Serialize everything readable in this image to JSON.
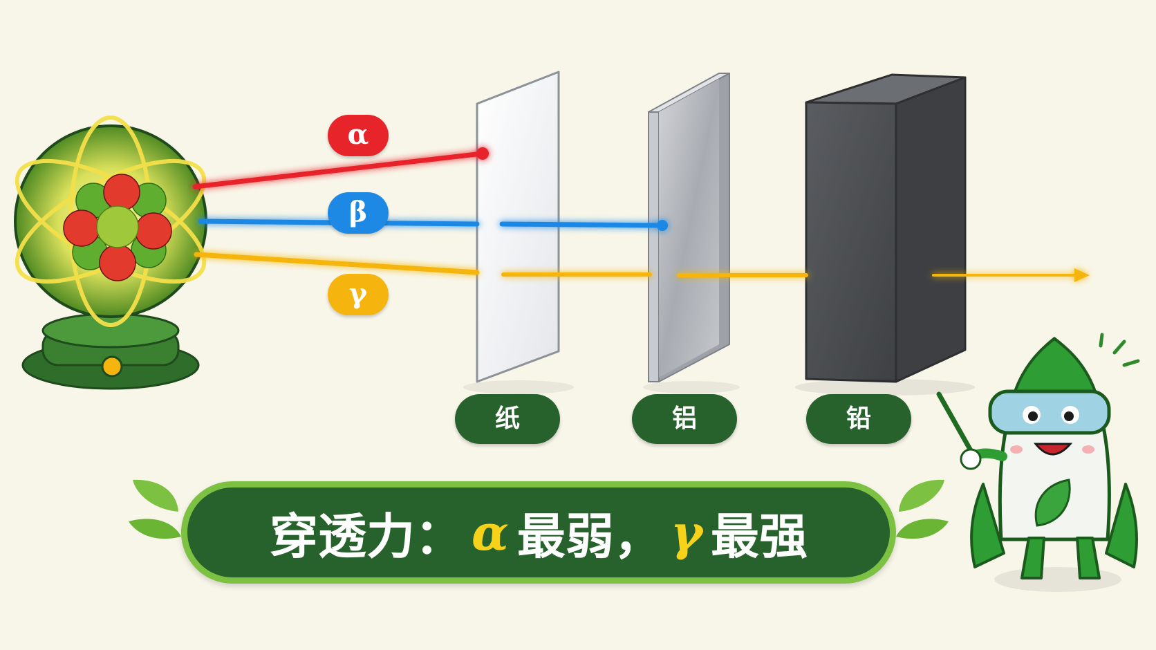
{
  "rays": {
    "alpha": {
      "symbol": "α",
      "color": "#e8242b"
    },
    "beta": {
      "symbol": "β",
      "color": "#1e88e5"
    },
    "gamma": {
      "symbol": "γ",
      "color": "#f5b50e"
    }
  },
  "barriers": {
    "paper": {
      "label": "纸"
    },
    "aluminum": {
      "label": "铝"
    },
    "lead": {
      "label": "铅"
    }
  },
  "banner": {
    "prefix": "穿透力：",
    "weakest_symbol": "α",
    "weakest_text": "最弱，",
    "strongest_symbol": "γ",
    "strongest_text": "最强"
  },
  "colors": {
    "background": "#f8f6e9",
    "label_green": "#27622d",
    "banner_border": "#7cc142",
    "highlight_yellow": "#f6d21b"
  }
}
